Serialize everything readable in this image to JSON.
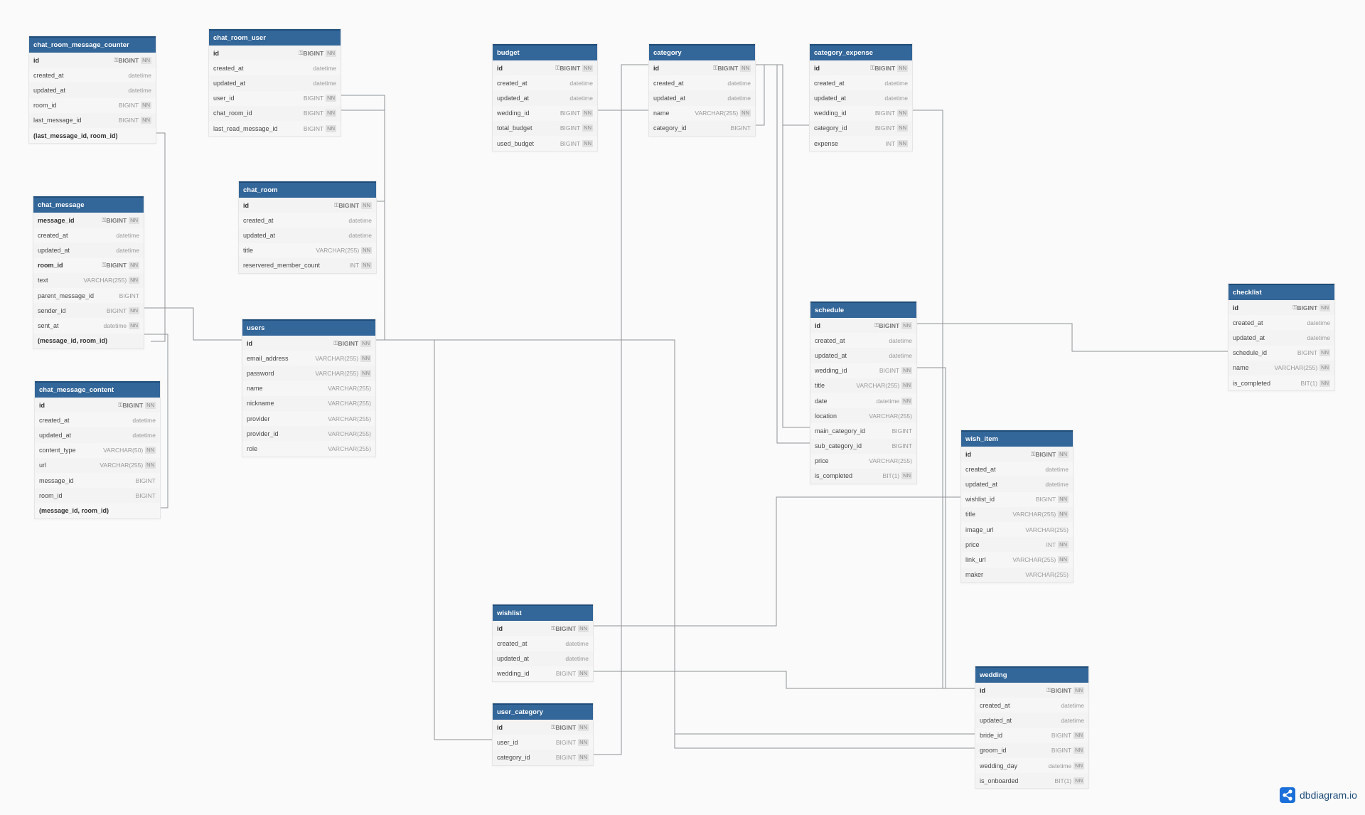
{
  "brand": {
    "name": "dbdiagram.io",
    "icon": "share-nodes-icon"
  },
  "colors": {
    "header": "#336699",
    "canvas": "#fafafa",
    "line": "#8e9297"
  },
  "tables": [
    {
      "id": "chat_room_message_counter",
      "name": "chat_room_message_counter",
      "fields": [
        {
          "name": "id",
          "type": "BIGINT",
          "nn": true,
          "pk": true
        },
        {
          "name": "created_at",
          "type": "datetime",
          "nn": false
        },
        {
          "name": "updated_at",
          "type": "datetime",
          "nn": false
        },
        {
          "name": "room_id",
          "type": "BIGINT",
          "nn": true
        },
        {
          "name": "last_message_id",
          "type": "BIGINT",
          "nn": true
        },
        {
          "name": "(last_message_id, room_id)",
          "type": "",
          "nn": false,
          "idx": true
        }
      ]
    },
    {
      "id": "chat_room_user",
      "name": "chat_room_user",
      "fields": [
        {
          "name": "id",
          "type": "BIGINT",
          "nn": true,
          "pk": true
        },
        {
          "name": "created_at",
          "type": "datetime",
          "nn": false
        },
        {
          "name": "updated_at",
          "type": "datetime",
          "nn": false
        },
        {
          "name": "user_id",
          "type": "BIGINT",
          "nn": true
        },
        {
          "name": "chat_room_id",
          "type": "BIGINT",
          "nn": true
        },
        {
          "name": "last_read_message_id",
          "type": "BIGINT",
          "nn": true
        }
      ]
    },
    {
      "id": "chat_room",
      "name": "chat_room",
      "fields": [
        {
          "name": "id",
          "type": "BIGINT",
          "nn": true,
          "pk": true
        },
        {
          "name": "created_at",
          "type": "datetime",
          "nn": false
        },
        {
          "name": "updated_at",
          "type": "datetime",
          "nn": false
        },
        {
          "name": "title",
          "type": "VARCHAR(255)",
          "nn": true
        },
        {
          "name": "reservered_member_count",
          "type": "INT",
          "nn": true
        }
      ]
    },
    {
      "id": "chat_message",
      "name": "chat_message",
      "fields": [
        {
          "name": "message_id",
          "type": "BIGINT",
          "nn": true,
          "pk": true
        },
        {
          "name": "created_at",
          "type": "datetime",
          "nn": false
        },
        {
          "name": "updated_at",
          "type": "datetime",
          "nn": false
        },
        {
          "name": "room_id",
          "type": "BIGINT",
          "nn": true,
          "pk": true
        },
        {
          "name": "text",
          "type": "VARCHAR(255)",
          "nn": true
        },
        {
          "name": "parent_message_id",
          "type": "BIGINT",
          "nn": false
        },
        {
          "name": "sender_id",
          "type": "BIGINT",
          "nn": true
        },
        {
          "name": "sent_at",
          "type": "datetime",
          "nn": true
        },
        {
          "name": "(message_id, room_id)",
          "type": "",
          "nn": false,
          "idx": true
        }
      ]
    },
    {
      "id": "chat_message_content",
      "name": "chat_message_content",
      "fields": [
        {
          "name": "id",
          "type": "BIGINT",
          "nn": true,
          "pk": true
        },
        {
          "name": "created_at",
          "type": "datetime",
          "nn": false
        },
        {
          "name": "updated_at",
          "type": "datetime",
          "nn": false
        },
        {
          "name": "content_type",
          "type": "VARCHAR(50)",
          "nn": true
        },
        {
          "name": "url",
          "type": "VARCHAR(255)",
          "nn": true
        },
        {
          "name": "message_id",
          "type": "BIGINT",
          "nn": false
        },
        {
          "name": "room_id",
          "type": "BIGINT",
          "nn": false
        },
        {
          "name": "(message_id, room_id)",
          "type": "",
          "nn": false,
          "idx": true
        }
      ]
    },
    {
      "id": "users",
      "name": "users",
      "fields": [
        {
          "name": "id",
          "type": "BIGINT",
          "nn": true,
          "pk": true
        },
        {
          "name": "email_address",
          "type": "VARCHAR(255)",
          "nn": true
        },
        {
          "name": "password",
          "type": "VARCHAR(255)",
          "nn": true
        },
        {
          "name": "name",
          "type": "VARCHAR(255)",
          "nn": false
        },
        {
          "name": "nickname",
          "type": "VARCHAR(255)",
          "nn": false
        },
        {
          "name": "provider",
          "type": "VARCHAR(255)",
          "nn": false
        },
        {
          "name": "provider_id",
          "type": "VARCHAR(255)",
          "nn": false
        },
        {
          "name": "role",
          "type": "VARCHAR(255)",
          "nn": false
        }
      ]
    },
    {
      "id": "budget",
      "name": "budget",
      "fields": [
        {
          "name": "id",
          "type": "BIGINT",
          "nn": true,
          "pk": true
        },
        {
          "name": "created_at",
          "type": "datetime",
          "nn": false
        },
        {
          "name": "updated_at",
          "type": "datetime",
          "nn": false
        },
        {
          "name": "wedding_id",
          "type": "BIGINT",
          "nn": true
        },
        {
          "name": "total_budget",
          "type": "BIGINT",
          "nn": true
        },
        {
          "name": "used_budget",
          "type": "BIGINT",
          "nn": true
        }
      ]
    },
    {
      "id": "category",
      "name": "category",
      "fields": [
        {
          "name": "id",
          "type": "BIGINT",
          "nn": true,
          "pk": true
        },
        {
          "name": "created_at",
          "type": "datetime",
          "nn": false
        },
        {
          "name": "updated_at",
          "type": "datetime",
          "nn": false
        },
        {
          "name": "name",
          "type": "VARCHAR(255)",
          "nn": true
        },
        {
          "name": "category_id",
          "type": "BIGINT",
          "nn": false
        }
      ]
    },
    {
      "id": "category_expense",
      "name": "category_expense",
      "fields": [
        {
          "name": "id",
          "type": "BIGINT",
          "nn": true,
          "pk": true
        },
        {
          "name": "created_at",
          "type": "datetime",
          "nn": false
        },
        {
          "name": "updated_at",
          "type": "datetime",
          "nn": false
        },
        {
          "name": "wedding_id",
          "type": "BIGINT",
          "nn": true
        },
        {
          "name": "category_id",
          "type": "BIGINT",
          "nn": true
        },
        {
          "name": "expense",
          "type": "INT",
          "nn": true
        }
      ]
    },
    {
      "id": "schedule",
      "name": "schedule",
      "fields": [
        {
          "name": "id",
          "type": "BIGINT",
          "nn": true,
          "pk": true
        },
        {
          "name": "created_at",
          "type": "datetime",
          "nn": false
        },
        {
          "name": "updated_at",
          "type": "datetime",
          "nn": false
        },
        {
          "name": "wedding_id",
          "type": "BIGINT",
          "nn": true
        },
        {
          "name": "title",
          "type": "VARCHAR(255)",
          "nn": true
        },
        {
          "name": "date",
          "type": "datetime",
          "nn": true
        },
        {
          "name": "location",
          "type": "VARCHAR(255)",
          "nn": false
        },
        {
          "name": "main_category_id",
          "type": "BIGINT",
          "nn": false
        },
        {
          "name": "sub_category_id",
          "type": "BIGINT",
          "nn": false
        },
        {
          "name": "price",
          "type": "VARCHAR(255)",
          "nn": false
        },
        {
          "name": "is_completed",
          "type": "BIT(1)",
          "nn": true
        }
      ]
    },
    {
      "id": "checklist",
      "name": "checklist",
      "fields": [
        {
          "name": "id",
          "type": "BIGINT",
          "nn": true,
          "pk": true
        },
        {
          "name": "created_at",
          "type": "datetime",
          "nn": false
        },
        {
          "name": "updated_at",
          "type": "datetime",
          "nn": false
        },
        {
          "name": "schedule_id",
          "type": "BIGINT",
          "nn": true
        },
        {
          "name": "name",
          "type": "VARCHAR(255)",
          "nn": true
        },
        {
          "name": "is_completed",
          "type": "BIT(1)",
          "nn": true
        }
      ]
    },
    {
      "id": "wish_item",
      "name": "wish_item",
      "fields": [
        {
          "name": "id",
          "type": "BIGINT",
          "nn": true,
          "pk": true
        },
        {
          "name": "created_at",
          "type": "datetime",
          "nn": false
        },
        {
          "name": "updated_at",
          "type": "datetime",
          "nn": false
        },
        {
          "name": "wishlist_id",
          "type": "BIGINT",
          "nn": true
        },
        {
          "name": "title",
          "type": "VARCHAR(255)",
          "nn": true
        },
        {
          "name": "image_url",
          "type": "VARCHAR(255)",
          "nn": false
        },
        {
          "name": "price",
          "type": "INT",
          "nn": true
        },
        {
          "name": "link_url",
          "type": "VARCHAR(255)",
          "nn": true
        },
        {
          "name": "maker",
          "type": "VARCHAR(255)",
          "nn": false
        }
      ]
    },
    {
      "id": "wishlist",
      "name": "wishlist",
      "fields": [
        {
          "name": "id",
          "type": "BIGINT",
          "nn": true,
          "pk": true
        },
        {
          "name": "created_at",
          "type": "datetime",
          "nn": false
        },
        {
          "name": "updated_at",
          "type": "datetime",
          "nn": false
        },
        {
          "name": "wedding_id",
          "type": "BIGINT",
          "nn": true
        }
      ]
    },
    {
      "id": "user_category",
      "name": "user_category",
      "fields": [
        {
          "name": "id",
          "type": "BIGINT",
          "nn": true,
          "pk": true
        },
        {
          "name": "user_id",
          "type": "BIGINT",
          "nn": true
        },
        {
          "name": "category_id",
          "type": "BIGINT",
          "nn": true
        }
      ]
    },
    {
      "id": "wedding",
      "name": "wedding",
      "fields": [
        {
          "name": "id",
          "type": "BIGINT",
          "nn": true,
          "pk": true
        },
        {
          "name": "created_at",
          "type": "datetime",
          "nn": false
        },
        {
          "name": "updated_at",
          "type": "datetime",
          "nn": false
        },
        {
          "name": "bride_id",
          "type": "BIGINT",
          "nn": true
        },
        {
          "name": "groom_id",
          "type": "BIGINT",
          "nn": true
        },
        {
          "name": "wedding_day",
          "type": "datetime",
          "nn": true
        },
        {
          "name": "is_onboarded",
          "type": "BIT(1)",
          "nn": true
        }
      ]
    }
  ]
}
